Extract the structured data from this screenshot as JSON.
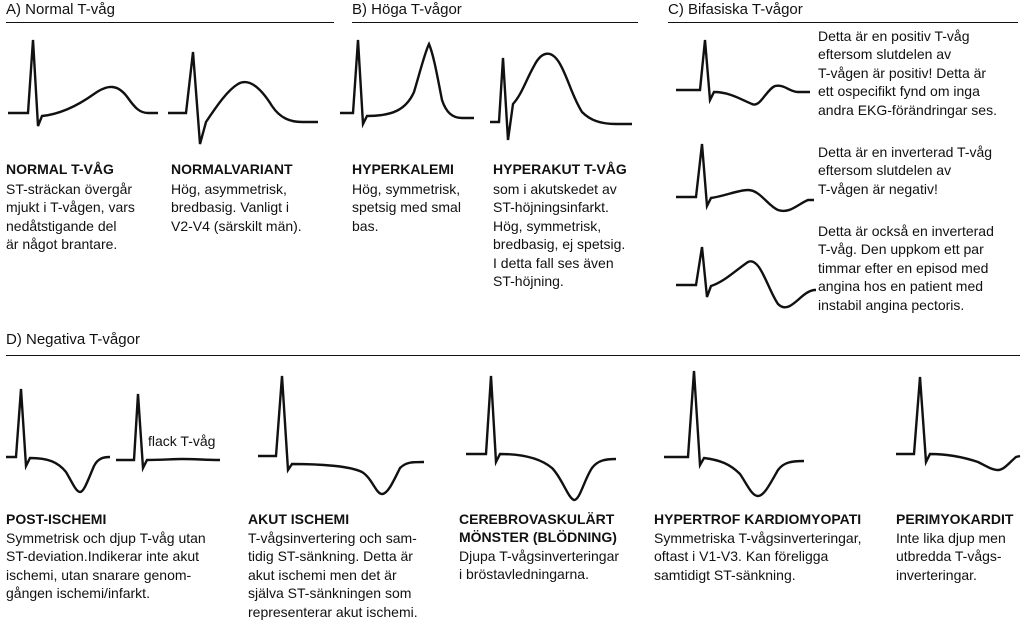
{
  "sections": {
    "a": {
      "title": "A) Normal T-våg"
    },
    "b": {
      "title": "B) Höga T-vågor"
    },
    "c": {
      "title": "C) Bifasiska T-vågor"
    },
    "d": {
      "title": "D) Negativa T-vågor"
    }
  },
  "panels": {
    "normal": {
      "title": "NORMAL T-VÅG",
      "desc": "ST-sträckan övergår\nmjukt i T-vågen, vars\nnedåtstigande del\när något brantare."
    },
    "normalvariant": {
      "title": "NORMALVARIANT",
      "desc": "Hög, asymmetrisk,\nbredbasig. Vanligt i\nV2-V4 (särskilt män)."
    },
    "hyperkalemi": {
      "title": "HYPERKALEMI",
      "desc": "Hög, symmetrisk,\nspetsig med smal\nbas."
    },
    "hyperakut": {
      "title": "HYPERAKUT T-VÅG",
      "desc": "som i akutskedet av\nST-höjningsinfarkt.\nHög, symmetrisk,\nbredbasig, ej spetsig.\nI detta fall ses även\nST-höjning."
    },
    "postischemi": {
      "title": "POST-ISCHEMI",
      "desc": "Symmetrisk och djup T-våg utan\nST-deviation.Indikerar inte akut\nischemi, utan snarare genom-\ngången ischemi/infarkt."
    },
    "akutischemi": {
      "title": "AKUT ISCHEMI",
      "desc": "T-vågsinvertering och sam-\ntidig ST-sänkning. Detta är\nakut ischemi men det är\nsjälva ST-sänkningen som\nrepresenterar akut ischemi."
    },
    "cerebro": {
      "title1": "CEREBROVASKULÄRT",
      "title2": "MÖNSTER (BLÖDNING)",
      "desc": "Djupa T-vågsinverteringar\ni bröstavledningarna."
    },
    "hypertrof": {
      "title": "HYPERTROF KARDIOMYOPATI",
      "desc": "Symmetriska T-vågsinverteringar,\noftast i V1-V3. Kan föreligga\nsamtidigt ST-sänkning."
    },
    "perimyokardit": {
      "title": "PERIMYOKARDIT",
      "desc": "Inte lika djup men\nutbredda T-vågs-\ninverteringar."
    }
  },
  "biphasic_notes": [
    "Detta är en positiv T-våg\neftersom slutdelen av\nT-vågen är positiv! Detta är\nett ospecifikt fynd om inga\nandra EKG-förändringar ses.",
    "Detta är en inverterad T-våg\neftersom slutdelen av\nT-vågen är negativ!",
    "Detta är också en inverterad\nT-våg. Den uppkom ett par\ntimmar efter en episod med\nangina hos en patient med\ninstabil angina pectoris."
  ],
  "flat_label": "flack T-våg"
}
